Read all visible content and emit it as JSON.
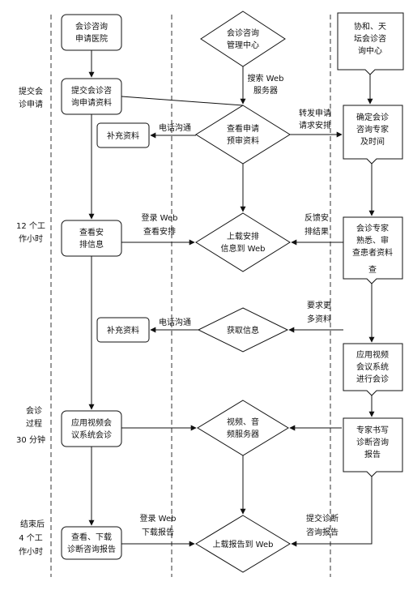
{
  "nodes": {
    "hospital": [
      "会诊咨询",
      "申请医院"
    ],
    "admin": [
      "会诊咨询",
      "管理中心"
    ],
    "center": [
      "协和、天",
      "坛会诊咨",
      "询中心"
    ],
    "submit_docs": [
      "提交会诊咨",
      "询申请资料"
    ],
    "review": [
      "查看申请",
      "预审资料"
    ],
    "confirm_expert": [
      "确定会诊",
      "咨询专家",
      "及时间"
    ],
    "supplement1": [
      "补充资料"
    ],
    "view_schedule": [
      "查看安",
      "排信息"
    ],
    "upload_schedule": [
      "上载安排",
      "信息到 Web"
    ],
    "expert_review": [
      "会诊专家",
      "熟悉、审",
      "查患者资料",
      "查"
    ],
    "supplement2": [
      "补充资料"
    ],
    "get_info": [
      "获取信息"
    ],
    "video_expert": [
      "应用视频",
      "会议系统",
      "进行会诊"
    ],
    "video_hospital": [
      "应用视频会",
      "议系统会诊"
    ],
    "av_server": [
      "视频、音",
      "频服务器"
    ],
    "expert_write": [
      "专家书写",
      "诊断咨询",
      "报告"
    ],
    "view_download": [
      "查看、下载",
      "诊断咨询报告"
    ],
    "upload_report": [
      "上载报告到 Web"
    ]
  },
  "edge_labels": {
    "search_web": [
      "搜索 Web",
      "服务器"
    ],
    "phone1": [
      "电话沟通"
    ],
    "forward": [
      "转发申请",
      "请求安排"
    ],
    "login_view": [
      "登录 Web",
      "查看安排"
    ],
    "feedback": [
      "反馈安",
      "排结果"
    ],
    "phone2": [
      "电话沟通"
    ],
    "more_docs": [
      "要求更",
      "多资料"
    ],
    "login_download": [
      "登录 Web",
      "下载报告"
    ],
    "submit_report": [
      "提交诊断",
      "咨询报告"
    ]
  },
  "side_labels": {
    "apply": [
      "提交会",
      "诊申请"
    ],
    "hours12": [
      "12 个工",
      "作小时"
    ],
    "process": [
      "会诊",
      "过程",
      "30  分钟"
    ],
    "after": [
      "结束后",
      "4 个工",
      "作小时"
    ]
  }
}
